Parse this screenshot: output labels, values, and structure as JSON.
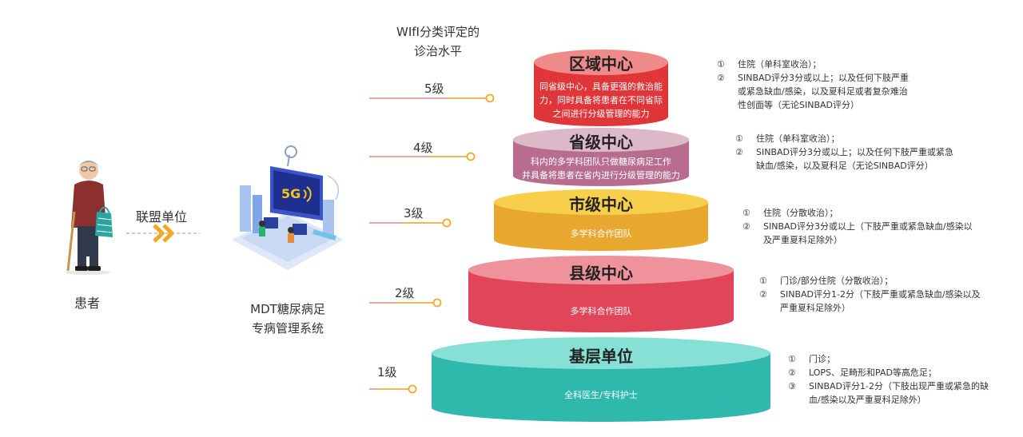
{
  "header": {
    "line1": "WIfI分类评定的",
    "line2": "诊治水平"
  },
  "patient": {
    "label": "患者"
  },
  "alliance": {
    "label": "联盟单位"
  },
  "system": {
    "line1": "MDT糖尿病足",
    "line2": "专病管理系统",
    "badge": "5G"
  },
  "colors": {
    "orange": "#f2a92a",
    "redline": "#d9534f"
  },
  "tiers": [
    {
      "level": "5级",
      "title": "区域中心",
      "desc": [
        "同省级中心，具备更强的救治能",
        "力，同时具备将患者在不同省际",
        "之间进行分级管理的能力"
      ],
      "color": "#e0363a",
      "criteria": [
        {
          "num": "①",
          "lines": [
            "住院（单科室收治）；"
          ]
        },
        {
          "num": "②",
          "lines": [
            "SINBAD评分3分或以上；以及任何下肢严重",
            "或紧急缺血/感染，以及夏科足或者复杂难治",
            "性创面等（无论SINBAD评分）"
          ]
        }
      ]
    },
    {
      "level": "4级",
      "title": "省级中心",
      "desc": [
        "科内的多学科团队只做糖尿病足工作",
        "并具备将患者在省内进行分级管理的能力"
      ],
      "color": "#b76e91",
      "criteria": [
        {
          "num": "①",
          "lines": [
            "住院（单科室收治）；"
          ]
        },
        {
          "num": "②",
          "lines": [
            "SINBAD评分3分或以上；以及任何下肢严重或紧急",
            "缺血/感染，以及夏科足（无论SINBAD评分）"
          ]
        }
      ]
    },
    {
      "level": "3级",
      "title": "市级中心",
      "desc": [
        "多学科合作团队"
      ],
      "color": "#e8a52a",
      "criteria": [
        {
          "num": "①",
          "lines": [
            "住院（分散收治）；"
          ]
        },
        {
          "num": "②",
          "lines": [
            "SINBAD评分3分或以上（下肢严重或紧急缺血/感染以",
            "及严重夏科足除外）"
          ]
        }
      ]
    },
    {
      "level": "2级",
      "title": "县级中心",
      "desc": [
        "多学科合作团队"
      ],
      "color": "#e24a5a",
      "criteria": [
        {
          "num": "①",
          "lines": [
            "门诊/部分住院（分散收治）；"
          ]
        },
        {
          "num": "②",
          "lines": [
            "SINBAD评分1-2分（下肢严重或紧急缺血/感染以及",
            "严重夏科足除外）"
          ]
        }
      ]
    },
    {
      "level": "1级",
      "title": "基层单位",
      "desc": [
        "全科医生/专科护士"
      ],
      "color": "#37c4b8",
      "criteria": [
        {
          "num": "①",
          "lines": [
            "门诊；"
          ]
        },
        {
          "num": "②",
          "lines": [
            "LOPS、足畸形和PAD等高危足；"
          ]
        },
        {
          "num": "③",
          "lines": [
            "SINBAD评分1-2分（下肢出现严重或紧急的缺",
            "血/感染以及严重夏科足除外）"
          ]
        }
      ]
    }
  ]
}
